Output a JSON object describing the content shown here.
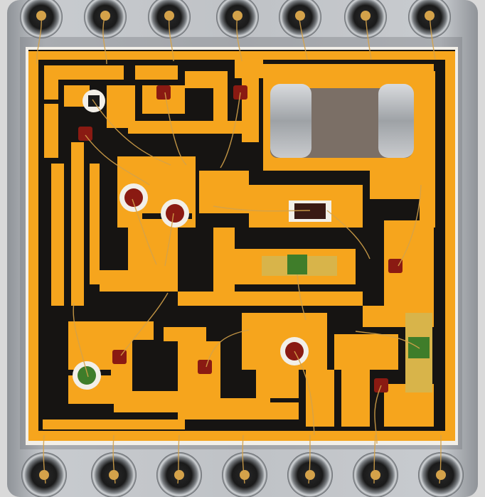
{
  "scene": {
    "subject": "hybrid-microcircuit-package",
    "colors": {
      "metal_can": "#b9bcc0",
      "metal_shadow": "#6f7378",
      "substrate_white": "#f2efe8",
      "copper_trace": "#f6a51d",
      "black_gap": "#161412",
      "gold_wire": "#d4a24a",
      "red_chip": "#8a1a12",
      "green_chip": "#3f7d2a",
      "gold_pad": "#d8b44a",
      "capacitor_body": "#7b6f66",
      "capacitor_cap": "#b9bbbf"
    },
    "pins_top_count": 7,
    "pins_bottom_count": 7
  }
}
